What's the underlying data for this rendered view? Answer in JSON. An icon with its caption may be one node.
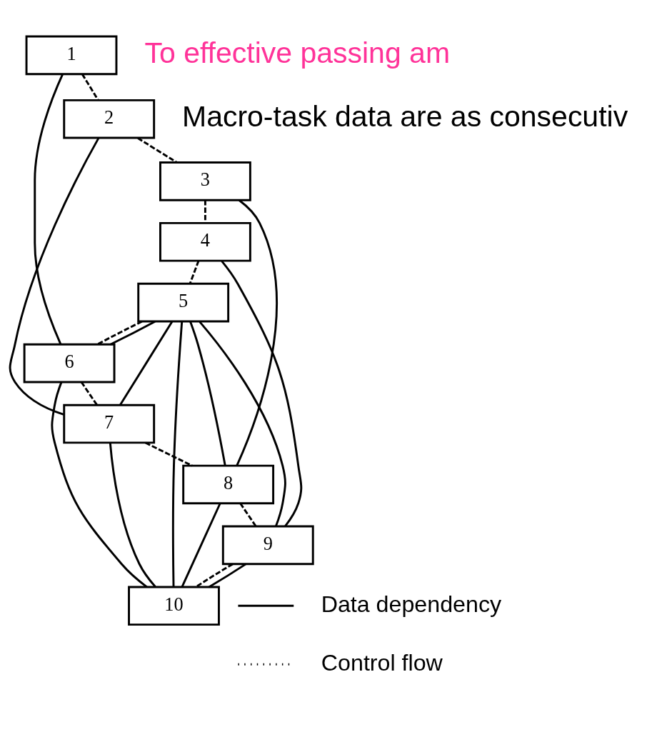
{
  "diagram": {
    "nodes": [
      {
        "text": [
          "1"
        ]
      },
      {
        "text": [
          "2"
        ]
      },
      {
        "text": [
          "3"
        ]
      },
      {
        "text": [
          "4"
        ]
      },
      {
        "text": [
          "5"
        ]
      },
      {
        "text": [
          "6"
        ]
      },
      {
        "text": [
          "7"
        ]
      },
      {
        "text": [
          "8"
        ]
      },
      {
        "text": [
          "9"
        ]
      },
      {
        "text": [
          "10"
        ]
      }
    ],
    "edges": [
      {
        "from": 0,
        "to": 1,
        "arrow": "none",
        "style": "dashed"
      },
      {
        "from": 1,
        "to": 2,
        "arrow": "none",
        "style": "dashed"
      },
      {
        "from": 2,
        "to": 3,
        "arrow": "none",
        "style": "dashed"
      },
      {
        "from": 3,
        "to": 4,
        "arrow": "none",
        "style": "dashed"
      },
      {
        "from": 4,
        "to": 5,
        "arrow": "none",
        "style": "dashed"
      },
      {
        "from": 5,
        "to": 6,
        "arrow": "none",
        "style": "dashed"
      },
      {
        "from": 6,
        "to": 7,
        "arrow": "none",
        "style": "dashed"
      },
      {
        "from": 7,
        "to": 8,
        "arrow": "none",
        "style": "dashed"
      },
      {
        "from": 8,
        "to": 9,
        "arrow": "none",
        "style": "dashed"
      },
      {
        "from": 0,
        "to": 5,
        "arrow": "none"
      },
      {
        "from": 1,
        "to": 6,
        "arrow": "none"
      },
      {
        "from": 2,
        "to": 7,
        "arrow": "none"
      },
      {
        "from": 3,
        "to": 8,
        "arrow": "none"
      },
      {
        "from": 4,
        "to": 5,
        "arrow": "none"
      },
      {
        "from": 4,
        "to": 6,
        "arrow": "none"
      },
      {
        "from": 4,
        "to": 7,
        "arrow": "none"
      },
      {
        "from": 4,
        "to": 8,
        "arrow": "none"
      },
      {
        "from": 4,
        "to": 9,
        "arrow": "none"
      },
      {
        "from": 5,
        "to": 9,
        "arrow": "none"
      },
      {
        "from": 6,
        "to": 9,
        "arrow": "none"
      },
      {
        "from": 7,
        "to": 9,
        "arrow": "none"
      },
      {
        "from": 8,
        "to": 9,
        "arrow": "none"
      }
    ],
    "labels": [
      "To effective passing am",
      "Macro-task data are as consecutiv"
    ],
    "legend": [
      {
        "text": "Data dependency"
      },
      {
        "text": "Control flow"
      }
    ]
  }
}
